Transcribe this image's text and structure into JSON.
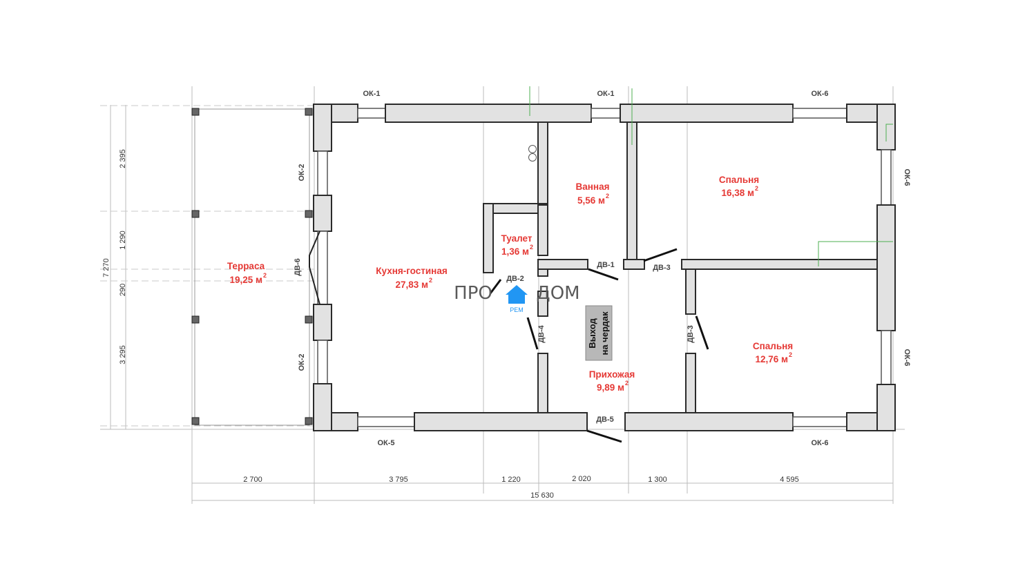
{
  "rooms": {
    "terrace": {
      "name": "Терраса",
      "area": "19,25 м",
      "sup": "2"
    },
    "kitchen": {
      "name": "Кухня-гостиная",
      "area": "27,83 м",
      "sup": "2"
    },
    "bathroom": {
      "name": "Ванная",
      "area": "5,56 м",
      "sup": "2"
    },
    "toilet": {
      "name": "Туалет",
      "area": "1,36 м",
      "sup": "2"
    },
    "bedroom1": {
      "name": "Спальня",
      "area": "16,38 м",
      "sup": "2"
    },
    "bedroom2": {
      "name": "Спальня",
      "area": "12,76 м",
      "sup": "2"
    },
    "hallway": {
      "name": "Прихожая",
      "area": "9,89 м",
      "sup": "2"
    }
  },
  "attic_exit": {
    "line1": "Выход",
    "line2": "на чердак"
  },
  "logo": {
    "left": "ПРО",
    "right": "ДОМ",
    "sub": "РЕМ"
  },
  "windows": {
    "ok1_left": "ОК-1",
    "ok1_mid": "ОК-1",
    "ok6_top": "ОК-6",
    "ok2_upper": "ОК-2",
    "ok2_lower": "ОК-2",
    "ok6_right_upper": "ОК-6",
    "ok6_right_lower": "ОК-6",
    "ok5_bottom": "ОК-5",
    "ok6_bottom": "ОК-6"
  },
  "doors": {
    "dv1": "ДВ-1",
    "dv2": "ДВ-2",
    "dv3_top": "ДВ-3",
    "dv3_side": "ДВ-3",
    "dv4": "ДВ-4",
    "dv5": "ДВ-5",
    "dv6": "ДВ-6"
  },
  "dims_bottom": [
    "2 700",
    "3 795",
    "1 220",
    "2 020",
    "1 300",
    "4 595"
  ],
  "dim_total_bottom": "15 630",
  "dims_left": [
    "2 395",
    "1 290",
    "290",
    "3 295"
  ],
  "dim_total_left": "7 270"
}
